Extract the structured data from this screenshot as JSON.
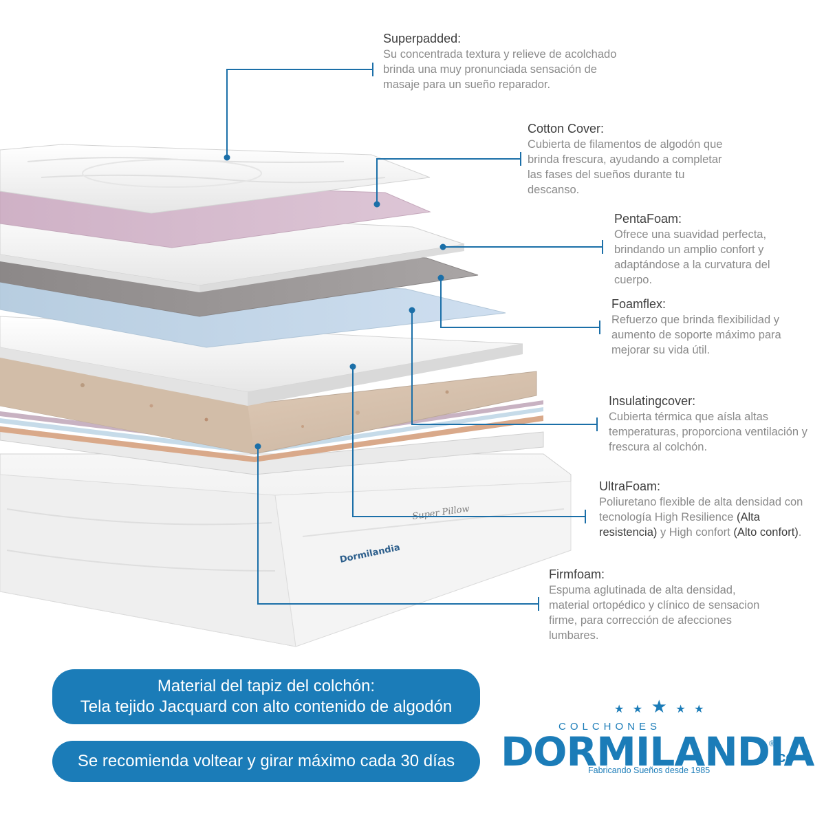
{
  "layers": [
    {
      "title": "Superpadded:",
      "desc": "Su concentrada textura y relieve de acolchado brinda una muy pronunciada sensación de masaje para un sueño reparador."
    },
    {
      "title": "Cotton Cover:",
      "desc": "Cubierta de filamentos de algodón que brinda frescura, ayudando a completar las fases del sueños durante tu descanso."
    },
    {
      "title": "PentaFoam:",
      "desc": "Ofrece una suavidad perfecta, brindando un amplio confort y adaptándose a la curvatura del cuerpo."
    },
    {
      "title": "Foamflex:",
      "desc": "Refuerzo que brinda flexibilidad y aumento de soporte máximo para mejorar su vida útil."
    },
    {
      "title": "Insulatingcover:",
      "desc": "Cubierta térmica que aísla altas temperaturas, proporciona ventilación y frescura al colchón."
    },
    {
      "title": "UltraFoam:",
      "desc_a": "Poliuretano flexible de alta densidad con tecnología High Resilience ",
      "hl_a": "(Alta resistencia)",
      "desc_b": " y High confort ",
      "hl_b": "(Alto confort)",
      "desc_c": "."
    },
    {
      "title": "Firmfoam:",
      "desc": "Espuma aglutinada de alta densidad, material ortopédico y clínico de sensacion firme, para corrección de afecciones lumbares."
    }
  ],
  "banner1": {
    "line1": "Material del tapiz del colchón:",
    "line2": "Tela tejido Jacquard con alto contenido de algodón"
  },
  "banner2": {
    "text": "Se recomienda voltear y girar máximo cada 30 días"
  },
  "logo": {
    "top": "COLCHONES",
    "word": "DORMILANDIA",
    "suffix": ".co",
    "reg": "®",
    "tagline": "Fabricando Sueños desde 1985",
    "mattress_brand": "Dormilandia"
  },
  "colors": {
    "accent": "#1b7cb8",
    "leader": "#1b6fa8"
  }
}
